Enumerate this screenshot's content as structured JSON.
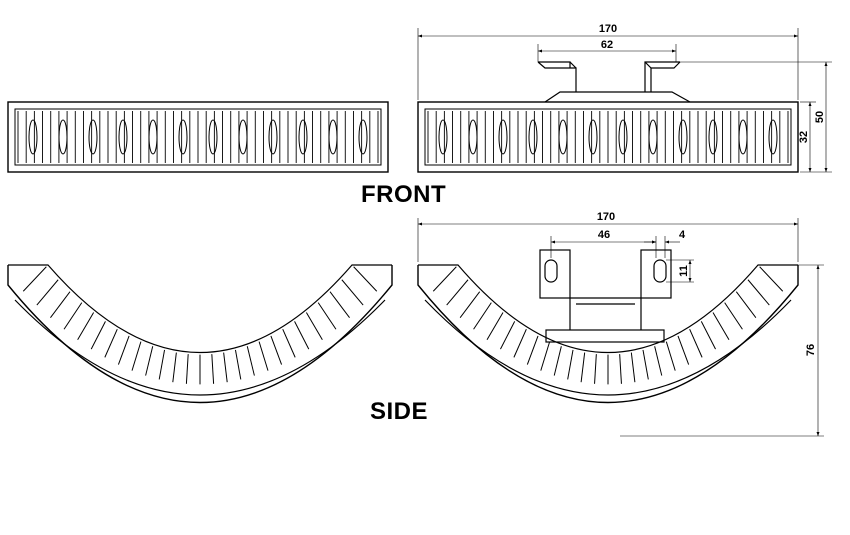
{
  "views": {
    "front_label": "FRONT",
    "side_label": "SIDE"
  },
  "dimensions": {
    "front": {
      "overall_width": "170",
      "bracket_spacing": "62",
      "overall_height": "50",
      "housing_height": "32"
    },
    "side": {
      "overall_width": "170",
      "slot_spacing": "46",
      "slot_width": "4",
      "slot_height": "11",
      "overall_height": "76"
    }
  },
  "colors": {
    "line": "#000000",
    "background": "#ffffff"
  }
}
